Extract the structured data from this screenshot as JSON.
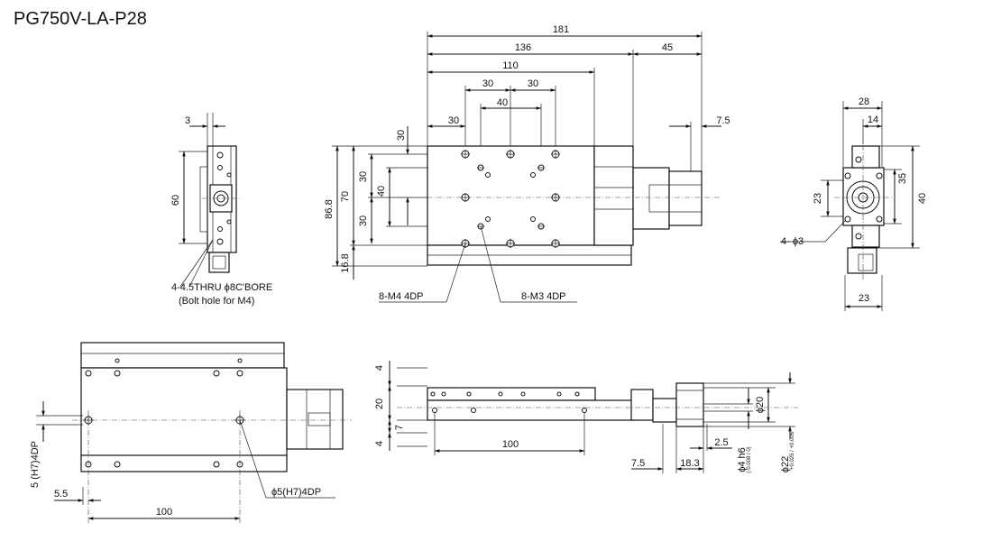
{
  "title": "PG750V-LA-P28",
  "top_view": {
    "dims": {
      "d181": "181",
      "d136": "136",
      "d45": "45",
      "d110": "110",
      "d30a": "30",
      "d30b": "30",
      "d40": "40",
      "d30c": "30",
      "d7_5": "7.5",
      "v30": "30",
      "v86_8": "86.8",
      "v70": "70",
      "v30b": "30",
      "v40": "40",
      "v30c": "30",
      "v16_8": "16.8"
    },
    "callouts": {
      "m4": "8-M4 4DP",
      "m3": "8-M3 4DP"
    }
  },
  "left_view": {
    "dims": {
      "d3": "3",
      "v60": "60"
    },
    "callouts": {
      "bore": "4-4.5THRU ϕ8C'BORE",
      "bolt": "(Bolt hole for M4)"
    }
  },
  "right_view": {
    "dims": {
      "d28": "28",
      "d14": "14",
      "v35": "35",
      "v40": "40",
      "v23": "23",
      "d23": "23",
      "phi3": "4- ϕ3"
    }
  },
  "bottom_view": {
    "dims": {
      "v5h7": "5 (H7)4DP",
      "d5_5": "5.5",
      "d100": "100"
    },
    "callouts": {
      "phi5": "ϕ5(H7)4DP"
    }
  },
  "side_view": {
    "dims": {
      "v4a": "4",
      "v20": "20",
      "v7": "7",
      "v4b": "4",
      "d100": "100",
      "d7_5": "7.5",
      "d18_3": "18.3",
      "d2_5": "2.5",
      "phi20": "ϕ20",
      "phi4": "ϕ4 h6",
      "phi4_tol": "(-0.008 / 0)",
      "phi22": "ϕ22",
      "phi22_tol": "+0.025 / +0.005"
    }
  }
}
